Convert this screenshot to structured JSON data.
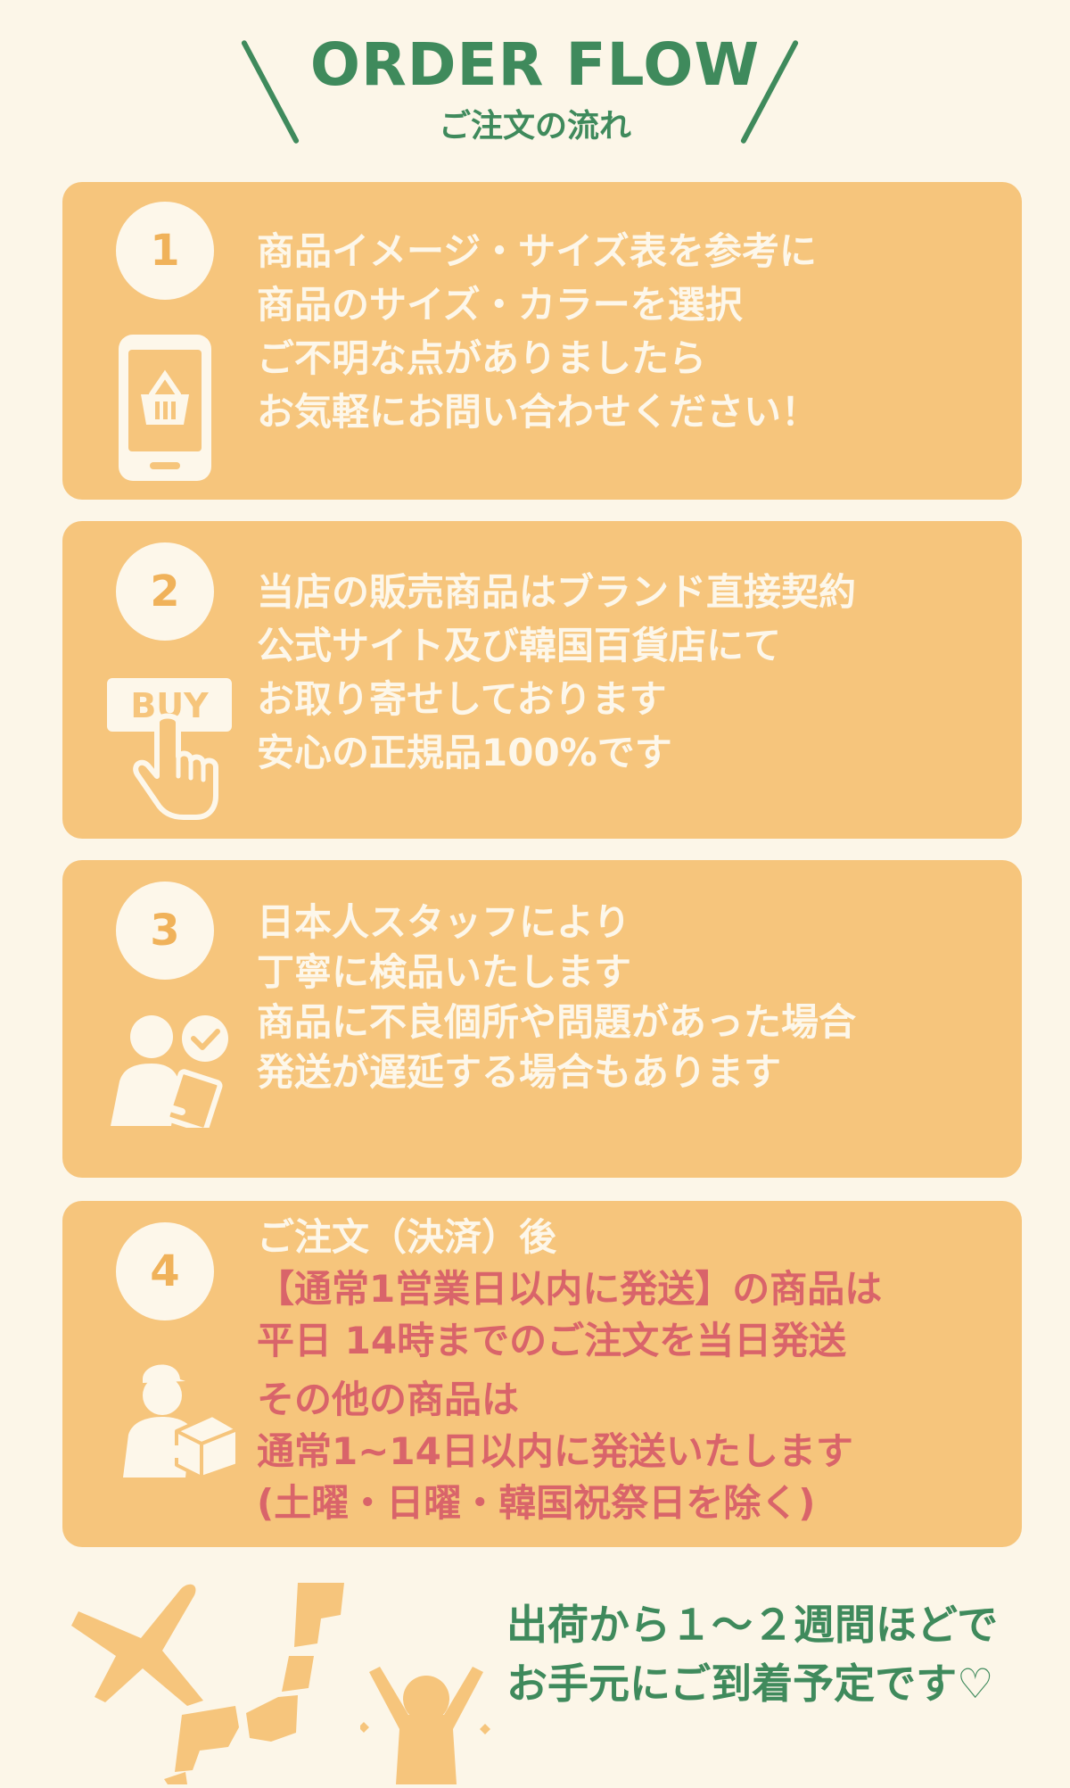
{
  "header": {
    "title": "ORDER FLOW",
    "subtitle": "ご注文の流れ"
  },
  "steps": [
    {
      "number": "1",
      "icon": "tablet-basket-icon",
      "lines": [
        "商品イメージ・サイズ表を参考に",
        "商品のサイズ・カラーを選択",
        "ご不明な点がありましたら",
        "お気軽にお問い合わせください！"
      ]
    },
    {
      "number": "2",
      "icon": "buy-hand-icon",
      "icon_label": "BUY",
      "lines": [
        "当店の販売商品はブランド直接契約",
        "公式サイト及び韓国百貨店にて",
        "お取り寄せしております",
        "安心の正規品100%です"
      ]
    },
    {
      "number": "3",
      "icon": "staff-check-icon",
      "lines": [
        "日本人スタッフにより",
        "丁寧に検品いたします",
        "商品に不良個所や問題があった場合",
        "発送が遅延する場合もあります"
      ]
    },
    {
      "number": "4",
      "icon": "delivery-person-icon",
      "line_intro": "ご注文（決済）後",
      "lines_red_1": [
        "【通常1営業日以内に発送】の商品は",
        "平日 14時までのご注文を当日発送"
      ],
      "lines_red_2": [
        "その他の商品は",
        "通常1~14日以内に発送いたします",
        "(土曜・日曜・韓国祝祭日を除く)"
      ]
    }
  ],
  "footer": {
    "lines": [
      "出荷から１～２週間ほどで",
      "お手元にご到着予定です♡"
    ],
    "icons": [
      "airplane-icon",
      "japan-map-icon",
      "celebrating-person-icon"
    ]
  },
  "colors": {
    "background": "#fcf6e8",
    "card": "#f6c57c",
    "green": "#3f8a5c",
    "cream": "#fdf7ea",
    "red": "#d9646a"
  }
}
